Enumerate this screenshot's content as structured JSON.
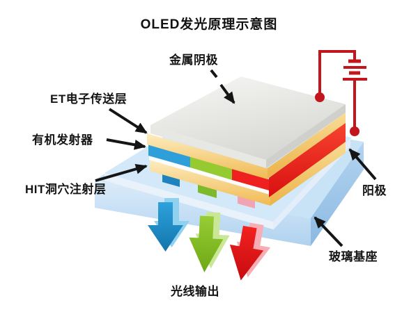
{
  "title": "OLED发光原理示意图",
  "labels": {
    "metal_cathode": "金属阴极",
    "et_transport_layer": "ET电子传送层",
    "organic_emitter": "有机发射器",
    "hit_injection_layer": "HIT洞穴注射层",
    "anode": "阳极",
    "glass_substrate": "玻璃基座",
    "light_output": "光线输出"
  },
  "colors": {
    "circuit_red": "#c3161c",
    "arrow_blue": "#1b8dc9",
    "arrow_green": "#84c027",
    "arrow_red": "#e41318",
    "layer_yellow": "#f5c766",
    "layer_gray": "#e2e2df",
    "glass_blue": "#c8e2f6",
    "emitter_blue": "#2f9fda",
    "emitter_green": "#95cb31",
    "emitter_red": "#ee2020"
  },
  "diagram": {
    "type": "layer-stack",
    "layers_top_to_bottom": [
      {
        "name": "金属阴极",
        "color": "#e2e2df"
      },
      {
        "name": "ET电子传送层",
        "color": "#f5c766"
      },
      {
        "name": "有机发射器",
        "colors": [
          "#2f9fda",
          "#95cb31",
          "#ee2020"
        ]
      },
      {
        "name": "HIT洞穴注射层",
        "color": "#f5c766"
      },
      {
        "name": "阳极",
        "color": "#e7f1fb"
      },
      {
        "name": "玻璃基座",
        "color": "#c8e2f6"
      }
    ],
    "light_arrows": [
      "blue",
      "green",
      "red"
    ],
    "power_source": "battery"
  }
}
